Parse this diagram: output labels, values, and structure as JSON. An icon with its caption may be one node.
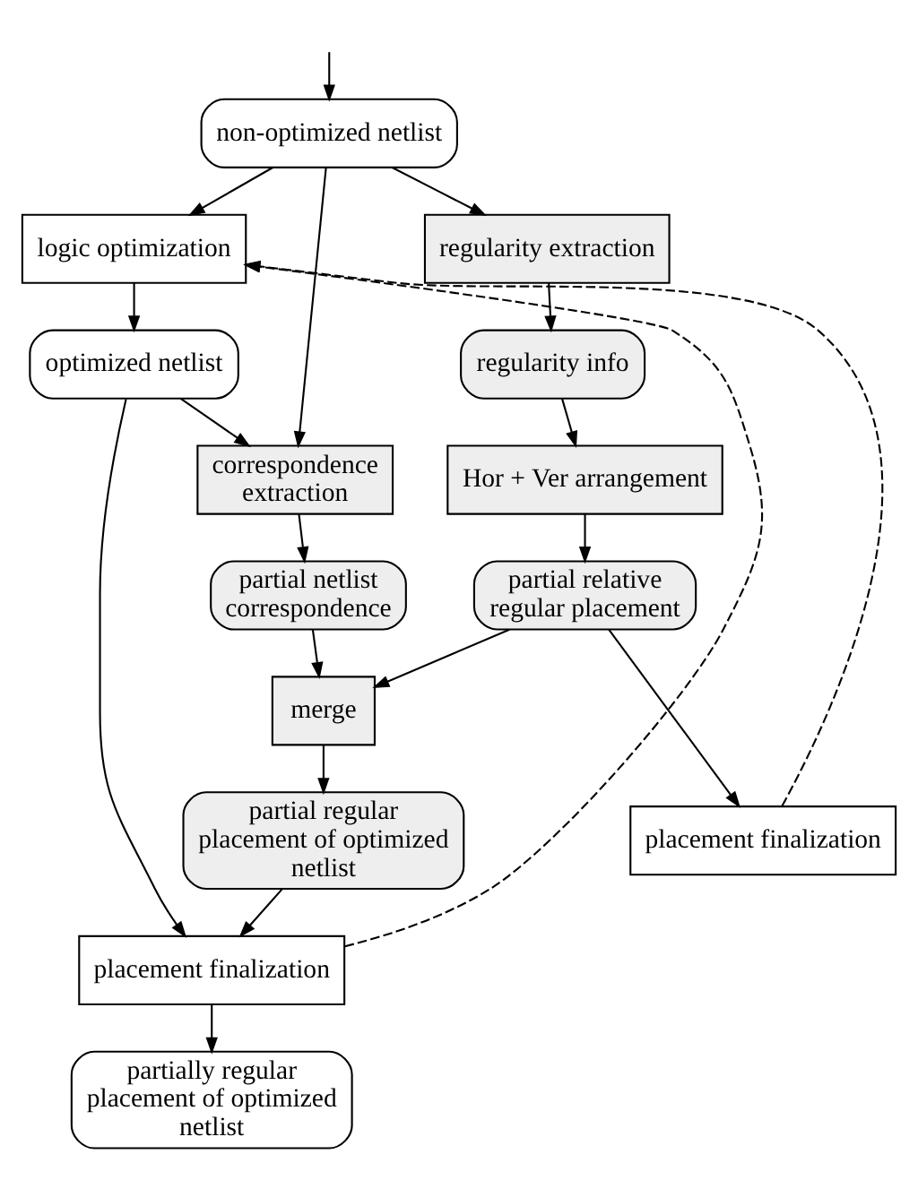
{
  "diagram": {
    "nodes": [
      {
        "text": [
          "non-optimized netlist"
        ]
      },
      {
        "text": [
          "regularity extraction"
        ]
      },
      {
        "text": [
          "logic optimization"
        ]
      },
      {
        "text": [
          "regularity info"
        ]
      },
      {
        "text": [
          "optimized netlist"
        ]
      },
      {
        "text": [
          "Hor + Ver arrangement"
        ]
      },
      {
        "text": [
          "correspondence extraction"
        ]
      },
      {
        "text": [
          "partial relative regular placement"
        ]
      },
      {
        "text": [
          "partial netlist correspondence"
        ]
      },
      {
        "text": [
          "merge"
        ]
      },
      {
        "text": [
          "placement finalization"
        ]
      },
      {
        "text": [
          "partial regular placement of optimized netlist"
        ]
      },
      {
        "text": [
          "placement finalization"
        ]
      },
      {
        "text": [
          "partially regular placement of optimized netlist"
        ]
      }
    ],
    "edges": [
      {
        "from": null,
        "to": 0,
        "arrow": "to"
      },
      {
        "from": 0,
        "to": 1,
        "arrow": "to"
      },
      {
        "from": 0,
        "to": 6,
        "arrow": "to"
      },
      {
        "from": 0,
        "to": 2,
        "arrow": "to"
      },
      {
        "from": 1,
        "to": 3,
        "arrow": "to"
      },
      {
        "from": 2,
        "to": 4,
        "arrow": "to"
      },
      {
        "from": 3,
        "to": 5,
        "arrow": "to"
      },
      {
        "from": 4,
        "to": 6,
        "arrow": "to"
      },
      {
        "from": 5,
        "to": 7,
        "arrow": "to"
      },
      {
        "from": 6,
        "to": 8,
        "arrow": "to"
      },
      {
        "from": 7,
        "to": 9,
        "arrow": "to"
      },
      {
        "from": 8,
        "to": 9,
        "arrow": "to"
      },
      {
        "from": 7,
        "to": 10,
        "arrow": "to"
      },
      {
        "from": 9,
        "to": 11,
        "arrow": "to"
      },
      {
        "from": 11,
        "to": 12,
        "arrow": "to"
      },
      {
        "from": 4,
        "to": 12,
        "arrow": "to"
      },
      {
        "from": 12,
        "to": 13,
        "arrow": "to"
      },
      {
        "from": 10,
        "to": 2,
        "arrow": "to",
        "style": "dashed"
      },
      {
        "from": 12,
        "to": 2,
        "arrow": "to",
        "style": "dashed"
      }
    ]
  }
}
